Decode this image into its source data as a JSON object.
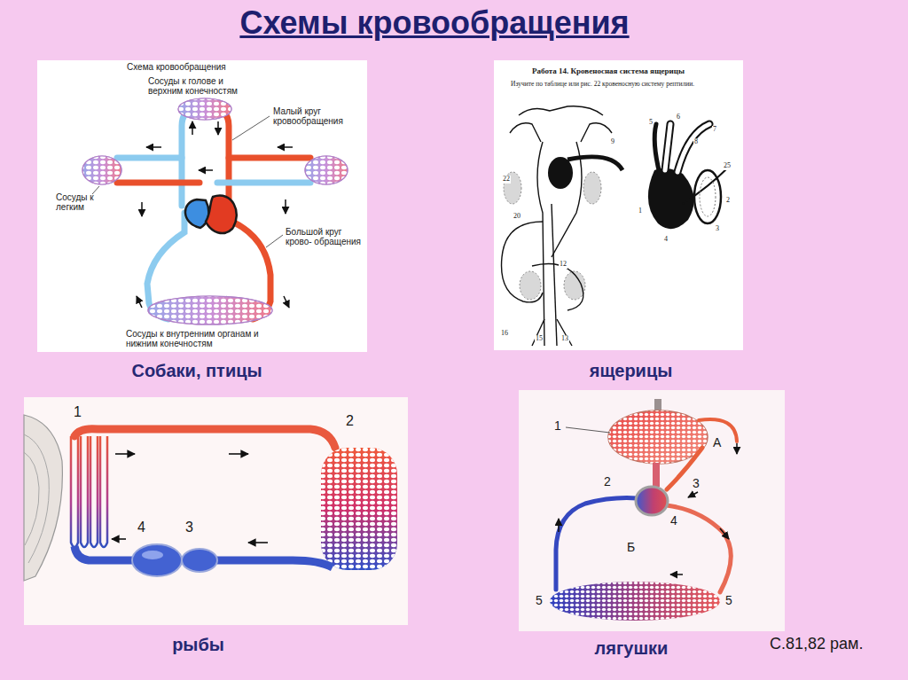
{
  "diagram": {
    "title": "Схемы кровообращения",
    "nodes": [
      {
        "text": [
          "Собаки, птицы"
        ]
      },
      {
        "text": [
          "ящерицы"
        ]
      },
      {
        "text": [
          "рыбы"
        ]
      },
      {
        "text": [
          "лягушки"
        ]
      }
    ],
    "labels": [
      "Схема кровообращения",
      "Сосуды к голове и верхним конечностям",
      "Малый круг кровообращения",
      "Сосуды к легким",
      "Большой круг крово- обращения",
      "Сосуды к внутренним органам и нижним конечностям",
      "Работа 14. Кровеносная система ящерицы",
      "Изучите по таблице или рис. 22 кровеносную систему рептилии.",
      "9",
      "22",
      "20",
      "12",
      "16",
      "15",
      "13",
      "5",
      "6",
      "8",
      "7",
      "25",
      "1",
      "2",
      "4",
      "3",
      "1",
      "2",
      "4",
      "3",
      "1",
      "А",
      "2",
      "3",
      "4",
      "Б",
      "5",
      "5",
      "С.81,82 рам."
    ]
  }
}
